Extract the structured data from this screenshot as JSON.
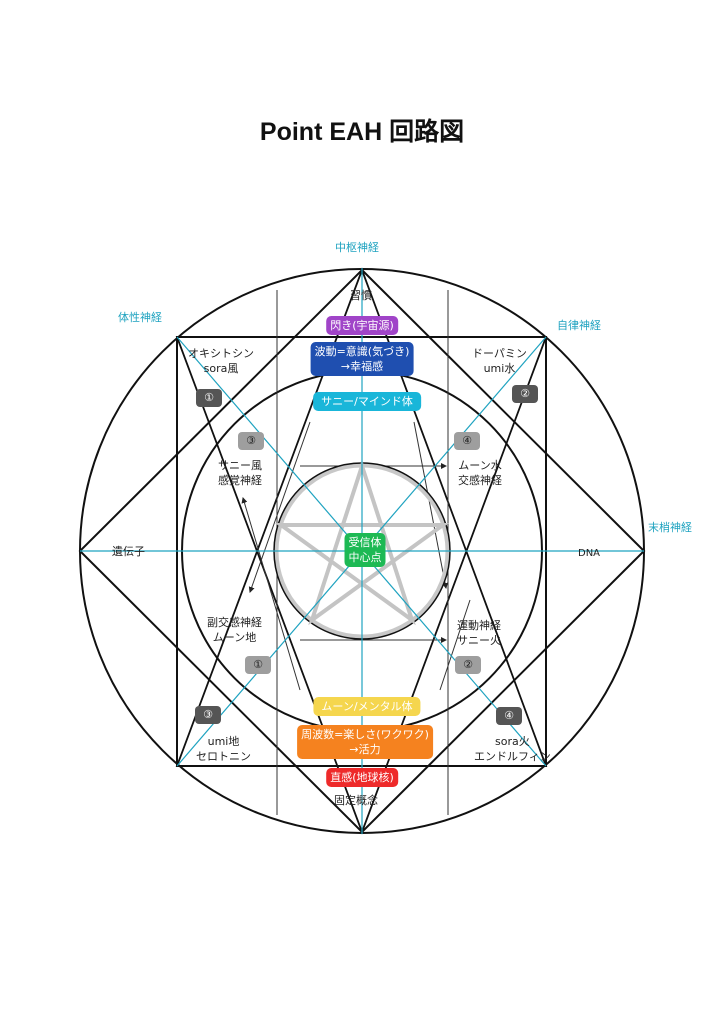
{
  "title": "Point EAH 回路図",
  "axes": {
    "top": "中枢神経",
    "top_left": "体性神経",
    "top_right": "自律神経",
    "right": "末梢神経"
  },
  "labels": {
    "habit": "習慣",
    "fixed": "固定概念",
    "gene": "遺伝子",
    "dna": "DNA"
  },
  "boxes": {
    "inspiration": {
      "text": "閃き(宇宙源)",
      "color": "#a044c8"
    },
    "wave": {
      "line1": "波動=意識(気づき)",
      "line2": "→幸福感",
      "color": "#1f4fb0"
    },
    "sunny_mind": {
      "text": "サニー/マインド体",
      "color": "#19b6d9"
    },
    "center": {
      "line1": "受信体",
      "line2": "中心点",
      "color": "#1db954"
    },
    "moon_mental": {
      "text": "ムーン/メンタル体",
      "color": "#f5d64e"
    },
    "frequency": {
      "line1": "周波数=楽しさ(ワクワク)",
      "line2": "→活力",
      "color": "#f5821f"
    },
    "intuition": {
      "text": "直感(地球核)",
      "color": "#ee2a2a"
    }
  },
  "corners": {
    "tl": {
      "line1": "オキシトシン",
      "line2": "sora風",
      "num": "①"
    },
    "tr": {
      "line1": "ドーパミン",
      "line2": "umi水",
      "num": "②"
    },
    "bl": {
      "line1": "umi地",
      "line2": "セロトニン",
      "num": "③"
    },
    "br": {
      "line1": "sora火",
      "line2": "エンドルフィン",
      "num": "④"
    }
  },
  "inner": {
    "tl": {
      "line1": "サニー風",
      "line2": "感覚神経",
      "num": "③"
    },
    "tr": {
      "line1": "ムーン水",
      "line2": "交感神経",
      "num": "④"
    },
    "bl": {
      "line1": "副交感神経",
      "line2": "ムーン地",
      "num": "①"
    },
    "br": {
      "line1": "運動神経",
      "line2": "サニー火",
      "num": "②"
    }
  }
}
